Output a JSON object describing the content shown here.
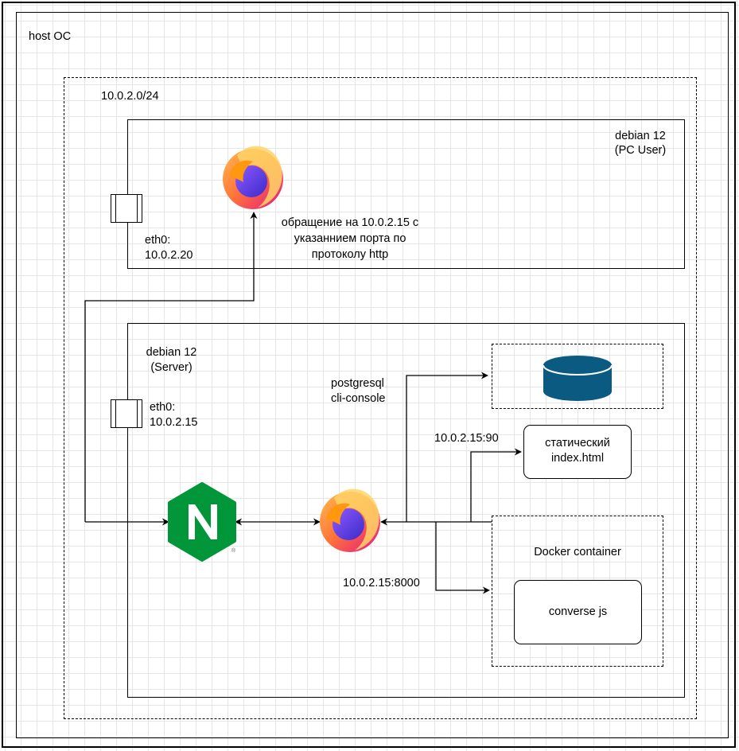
{
  "host": {
    "label": "host OC"
  },
  "network": {
    "label": "10.0.2.0/24"
  },
  "pc_user": {
    "title": "debian 12",
    "subtitle": "(PC User)",
    "eth_label": "eth0:",
    "eth_ip": "10.0.2.20",
    "note_lines": [
      "обращение на 10.0.2.15 с",
      "указаннием порта по",
      "протоколу http"
    ]
  },
  "server": {
    "title": "debian 12",
    "subtitle": "(Server)",
    "eth_label": "eth0:",
    "eth_ip": "10.0.2.15"
  },
  "edges": {
    "postgres_line1": "postgresql",
    "postgres_line2": "cli-console",
    "static_port": "10.0.2.15:90",
    "docker_port": "10.0.2.15:8000"
  },
  "static_box": {
    "line1": "статический",
    "line2": "index.html"
  },
  "docker": {
    "label": "Docker container",
    "app": "converse js"
  },
  "colors": {
    "nginx_green": "#009639",
    "db_blue": "#0a5a82",
    "firefox_orange": "#ff7139",
    "firefox_purple": "#5b2bc9"
  },
  "icons": {
    "client_browser": "firefox-icon",
    "server_browser": "firefox-icon",
    "proxy": "nginx-icon",
    "database": "database-icon"
  }
}
